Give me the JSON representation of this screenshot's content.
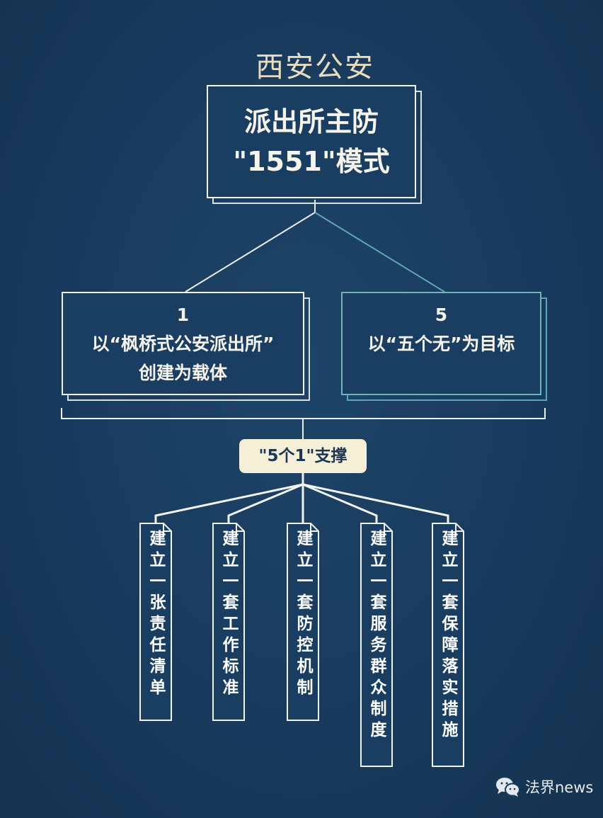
{
  "header": {
    "title": "西安公安"
  },
  "main_box": {
    "line1": "派出所主防",
    "line2": "\"1551\"模式"
  },
  "left_box": {
    "number": "1",
    "line1": "以“枫桥式公安派出所”",
    "line2": "创建为载体"
  },
  "right_box": {
    "number": "5",
    "line1": "以“五个无”为目标"
  },
  "support": {
    "label": "\"5个1\"支撑"
  },
  "cards": [
    {
      "text": "建立一张责任清单"
    },
    {
      "text": "建立一套工作标准"
    },
    {
      "text": "建立一套防控机制"
    },
    {
      "text": "建立一套服务群众制度"
    },
    {
      "text": "建立一套保障落实措施"
    }
  ],
  "brand": {
    "icon": "wechat-icon",
    "label": "法界news"
  },
  "colors": {
    "background": "#183a5c",
    "accent_teal": "#5fa6b0",
    "cream": "#f5efd8",
    "title_gold": "#e8dcc0"
  }
}
